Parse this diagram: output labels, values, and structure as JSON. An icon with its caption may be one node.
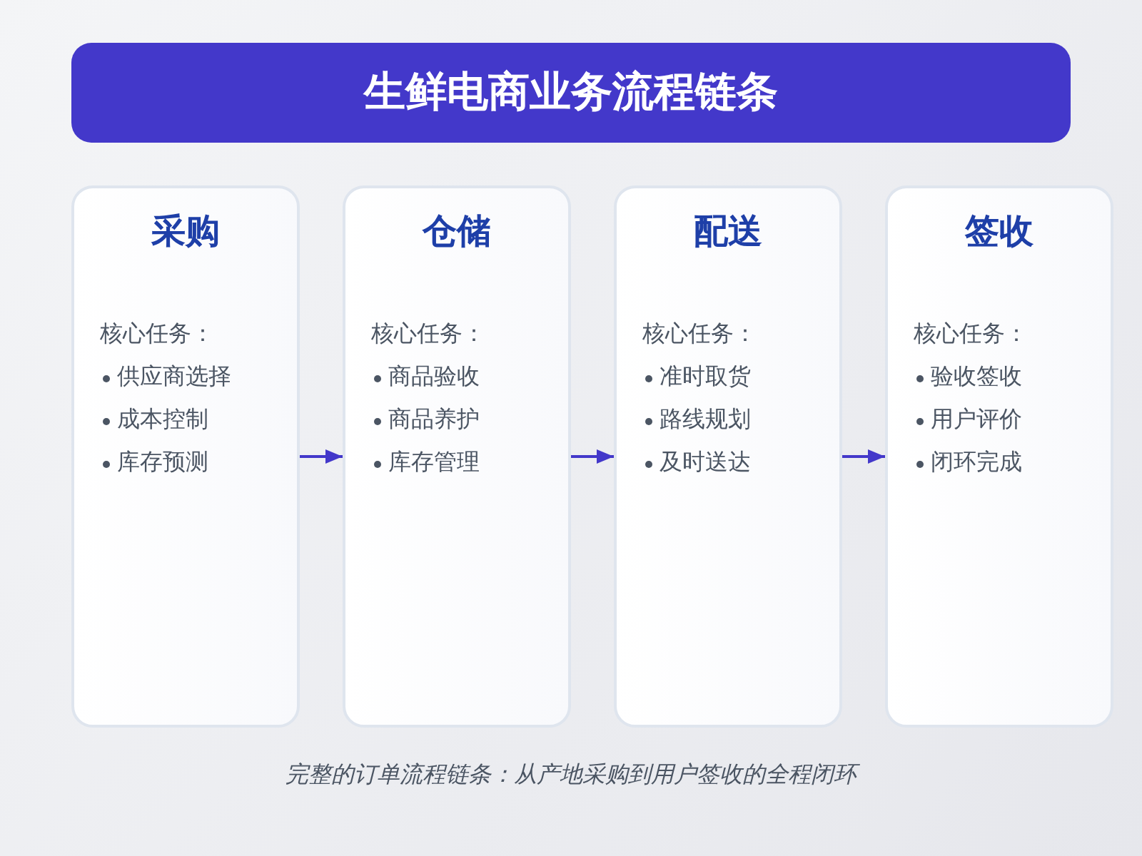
{
  "diagram": {
    "title": "生鲜电商业务流程链条",
    "nodes": [
      {
        "text": [
          "采购",
          "核心任务：",
          "供应商选择",
          "成本控制",
          "库存预测"
        ]
      },
      {
        "text": [
          "仓储",
          "核心任务：",
          "商品验收",
          "商品养护",
          "库存管理"
        ]
      },
      {
        "text": [
          "配送",
          "核心任务：",
          "准时取货",
          "路线规划",
          "及时送达"
        ]
      },
      {
        "text": [
          "签收",
          "核心任务：",
          "验收签收",
          "用户评价",
          "闭环完成"
        ]
      }
    ],
    "edges": [
      {
        "from": 0,
        "to": 1,
        "arrow": "to"
      },
      {
        "from": 1,
        "to": 2,
        "arrow": "to"
      },
      {
        "from": 2,
        "to": 3,
        "arrow": "to"
      }
    ],
    "caption": "完整的订单流程链条：从产地采购到用户签收的全程闭环"
  }
}
